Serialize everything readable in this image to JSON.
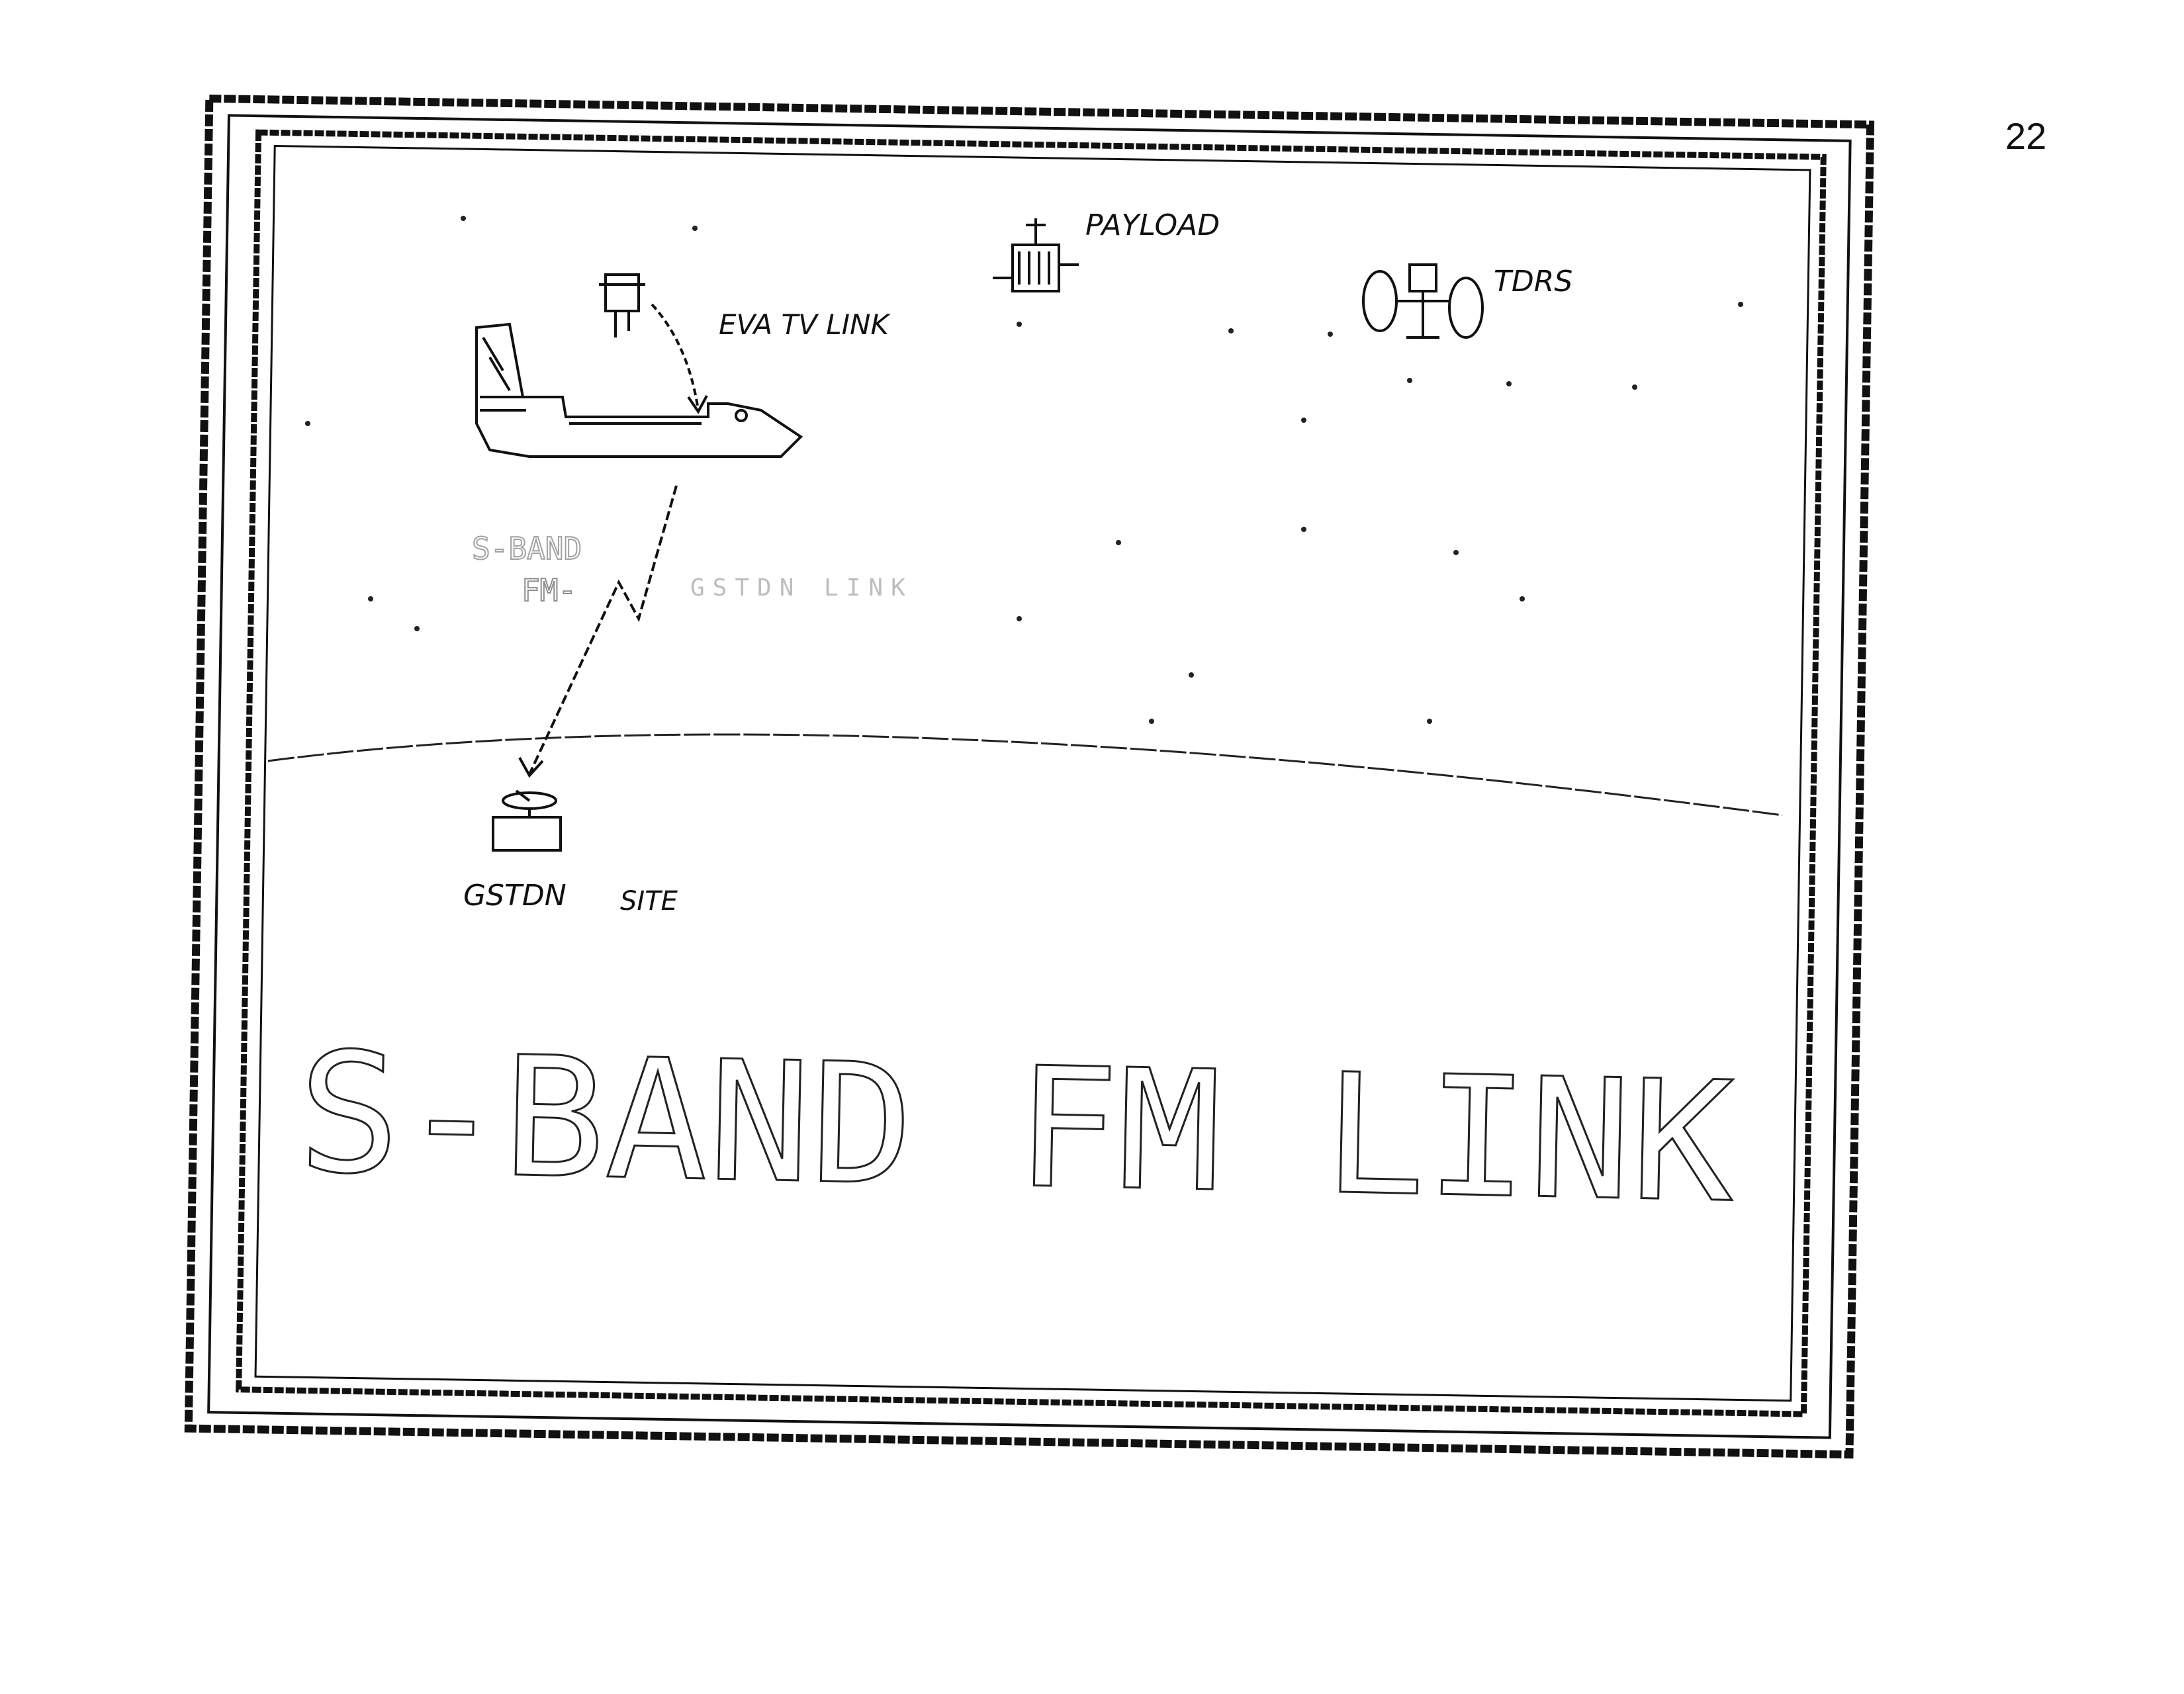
{
  "page_number": "22",
  "labels": {
    "payload": "PAYLOAD",
    "tdrs": "TDRS",
    "eva_tv_link": "EVA TV LINK",
    "sband": "S-BAND",
    "fm": "FM-",
    "gstdn_link": "GSTDN LINK",
    "gstdn": "GSTDN",
    "site": "SITE"
  },
  "title": "S-BAND FM LINK"
}
